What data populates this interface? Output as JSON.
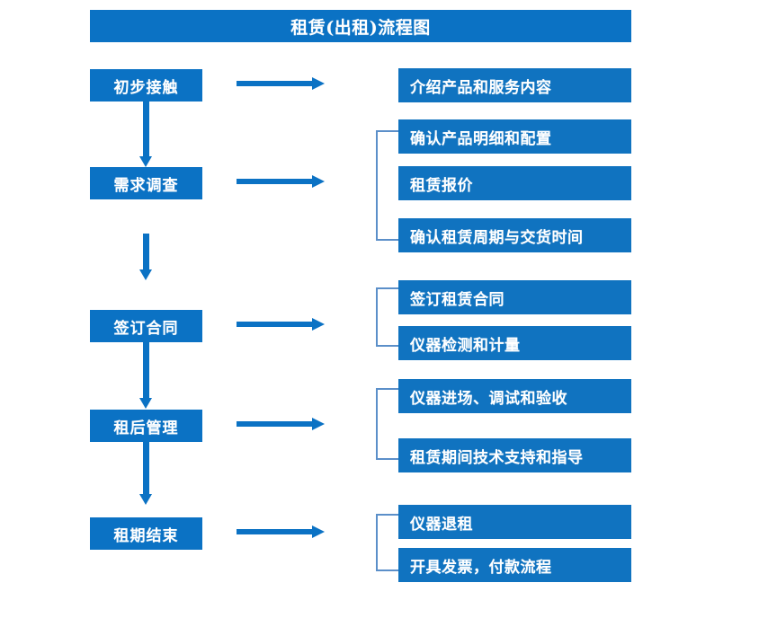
{
  "title": "租赁(出租)流程图",
  "colors": {
    "box_blue": "#0b72c4",
    "detail_blue": "#1073c0",
    "bracket_blue": "#5b8fc9",
    "text_white": "#ffffff",
    "background": "#ffffff"
  },
  "stages": [
    {
      "label": "初步接触"
    },
    {
      "label": "需求调查"
    },
    {
      "label": "签订合同"
    },
    {
      "label": "租后管理"
    },
    {
      "label": "租期结束"
    }
  ],
  "details": [
    {
      "label": "介绍产品和服务内容"
    },
    {
      "label": "确认产品明细和配置"
    },
    {
      "label": "租赁报价"
    },
    {
      "label": "确认租赁周期与交货时间"
    },
    {
      "label": "签订租赁合同"
    },
    {
      "label": "仪器检测和计量"
    },
    {
      "label": "仪器进场、调试和验收"
    },
    {
      "label": "租赁期间技术支持和指导"
    },
    {
      "label": "仪器退租"
    },
    {
      "label": "开具发票，付款流程"
    }
  ],
  "flow": {
    "stage_to_detail_arrow": "right-arrow",
    "stage_to_stage_arrow": "down-arrow",
    "group_marker": "bracket"
  }
}
